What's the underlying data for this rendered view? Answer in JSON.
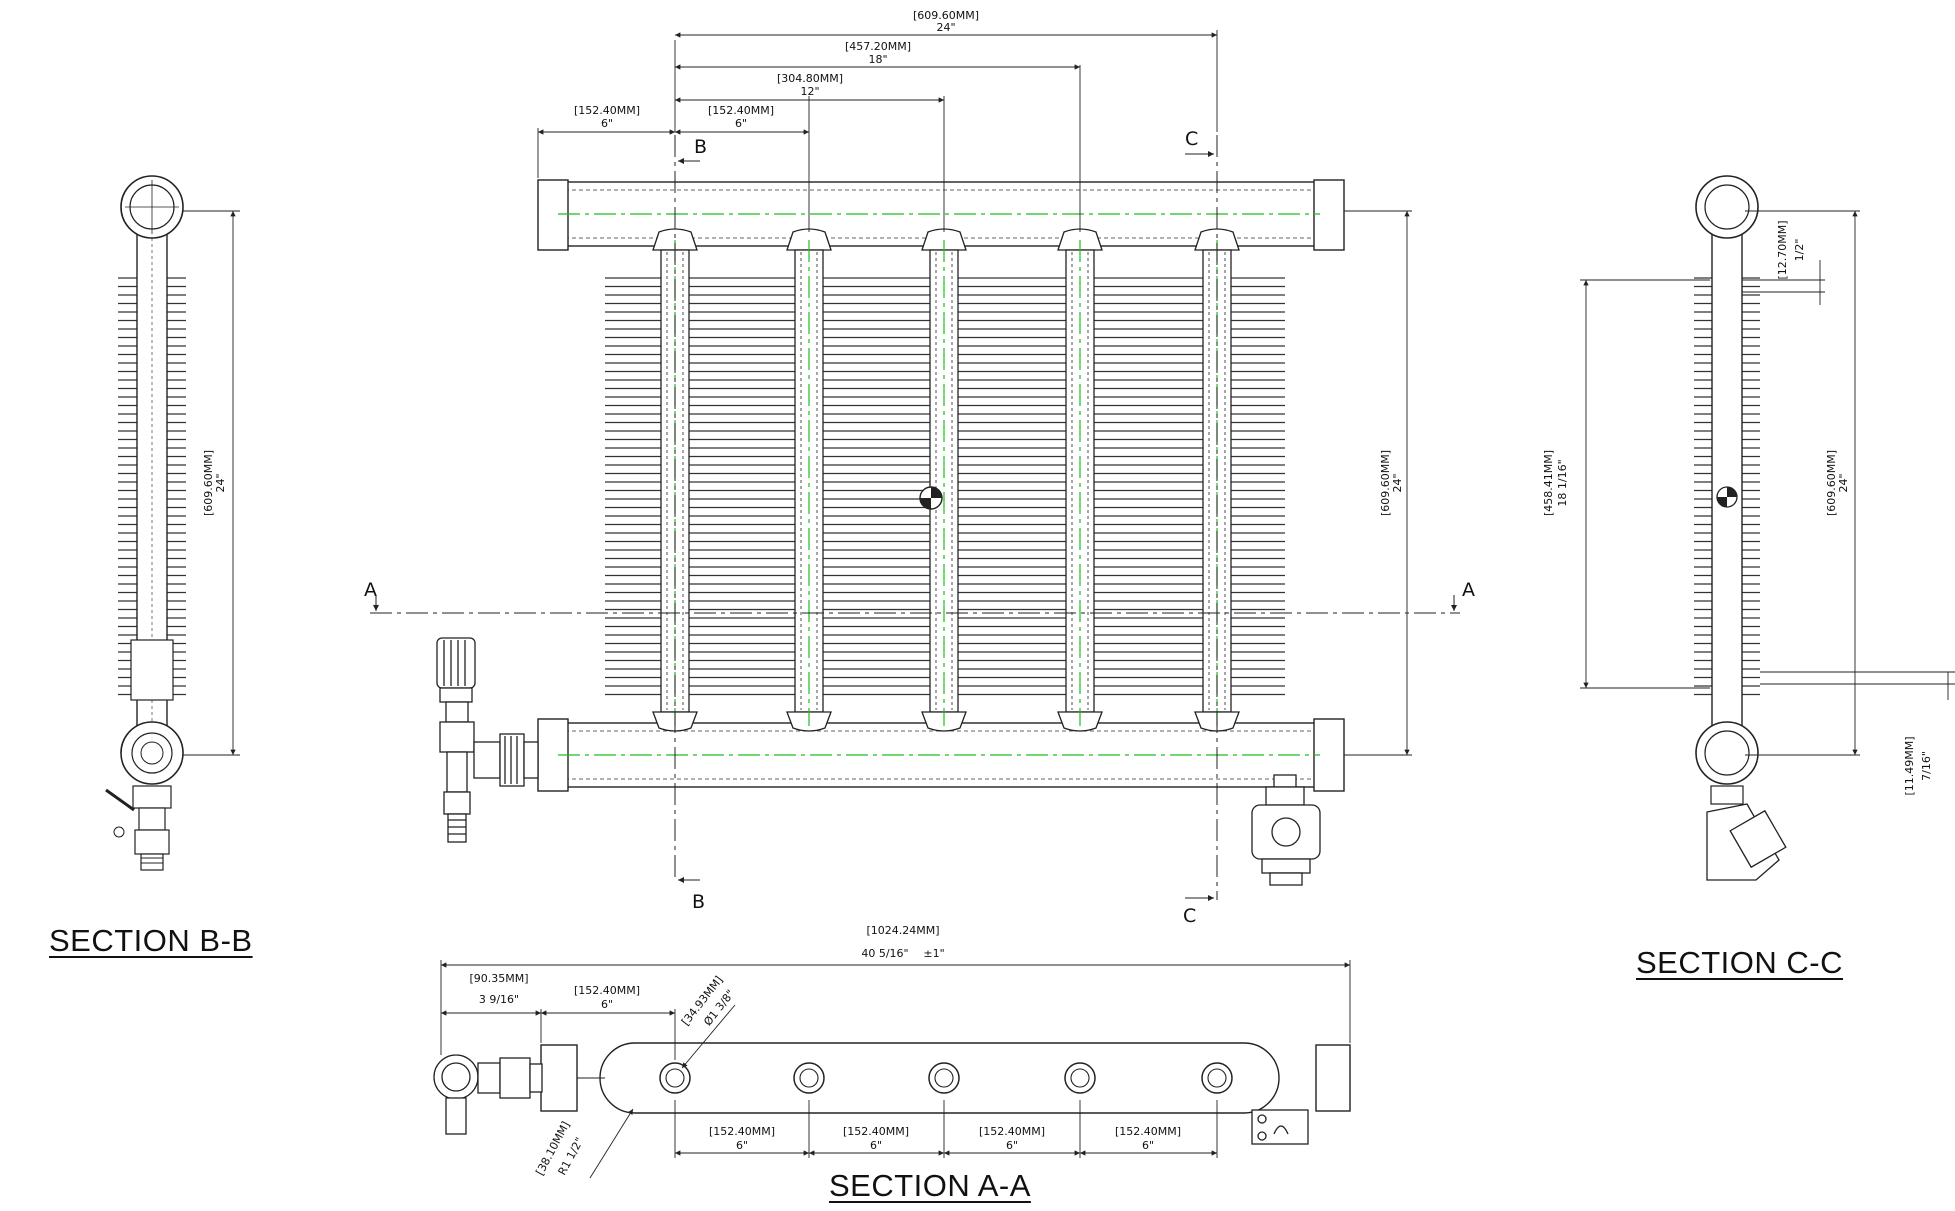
{
  "sections": {
    "bb": "SECTION B-B",
    "cc": "SECTION C-C",
    "aa": "SECTION A-A"
  },
  "cut_letters": {
    "a": "A",
    "b": "B",
    "c": "C"
  },
  "dimensions": {
    "top_24": {
      "mm": "[609.60MM]",
      "in": "24\""
    },
    "top_18": {
      "mm": "[457.20MM]",
      "in": "18\""
    },
    "top_12": {
      "mm": "[304.80MM]",
      "in": "12\""
    },
    "top_6_left": {
      "mm": "[152.40MM]",
      "in": "6\""
    },
    "top_6_mid": {
      "mm": "[152.40MM]",
      "in": "6\""
    },
    "front_height": {
      "mm": "[609.60MM]",
      "in": "24\""
    },
    "bb_height": {
      "mm": "[609.60MM]",
      "in": "24\""
    },
    "cc_height": {
      "mm": "[609.60MM]",
      "in": "24\""
    },
    "cc_fin_height": {
      "mm": "[458.41MM]",
      "in": "18 1/16\""
    },
    "cc_offset_top": {
      "mm": "[12.70MM]",
      "in": "1/2\""
    },
    "cc_offset_bottom": {
      "mm": "[11.49MM]",
      "in": "7/16\""
    },
    "aa_overall": {
      "mm": "[1024.24MM]",
      "in": "40 5/16\"",
      "tol": "±1\""
    },
    "aa_inlet": {
      "mm": "[90.35MM]",
      "in": "3 9/16\""
    },
    "aa_first": {
      "mm": "[152.40MM]",
      "in": "6\""
    },
    "aa_hole": {
      "mm": "[34.93MM]",
      "in": "Ø1 3/8\""
    },
    "aa_radius": {
      "mm": "[38.10MM]",
      "in": "R1 1/2\""
    },
    "aa_pitch": [
      {
        "mm": "[152.40MM]",
        "in": "6\""
      },
      {
        "mm": "[152.40MM]",
        "in": "6\""
      },
      {
        "mm": "[152.40MM]",
        "in": "6\""
      },
      {
        "mm": "[152.40MM]",
        "in": "6\""
      }
    ]
  },
  "colors": {
    "line": "#222222",
    "centerline": "#1fbf1f",
    "hidden": "#555555"
  }
}
